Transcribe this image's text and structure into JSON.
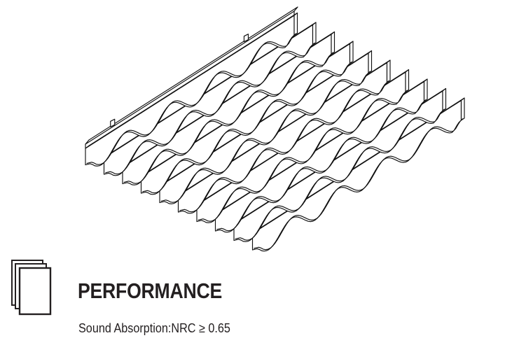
{
  "illustration": {
    "icon": "wave-baffle-ceiling-system",
    "stroke_color": "#111111",
    "baffle_count": 10,
    "wave_cycles_per_baffle": 4.5
  },
  "section": {
    "icon": "document-stack-icon",
    "heading": "PERFORMANCE",
    "spec_label": "Sound Absorption:",
    "spec_value": "NRC ≥ 0.65"
  },
  "colors": {
    "text": "#231f20",
    "line": "#111111",
    "background": "#ffffff"
  }
}
